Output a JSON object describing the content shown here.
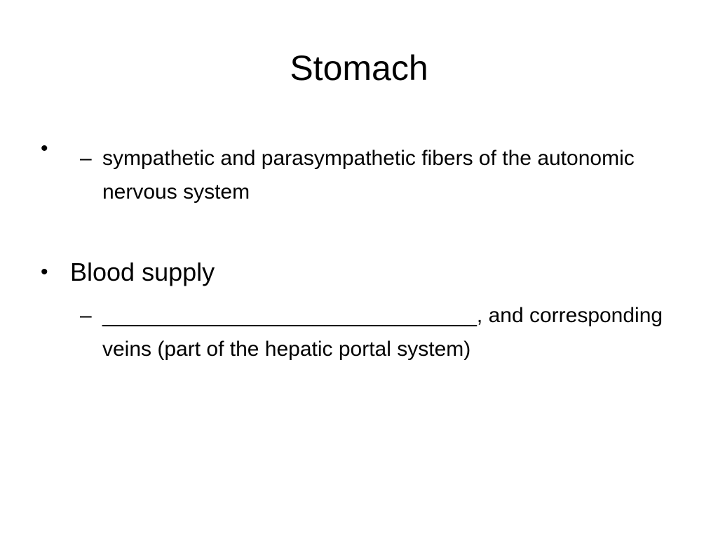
{
  "slide": {
    "title": "Stomach",
    "bullets": [
      {
        "marker": "•",
        "text": "",
        "sub": {
          "marker": "–",
          "text": "sympathetic and parasympathetic fibers of the autonomic nervous system"
        }
      },
      {
        "marker": "•",
        "text": "Blood supply",
        "sub": {
          "marker": "–",
          "text": "________________________________, and corresponding veins (part of the hepatic portal system)"
        }
      }
    ]
  }
}
